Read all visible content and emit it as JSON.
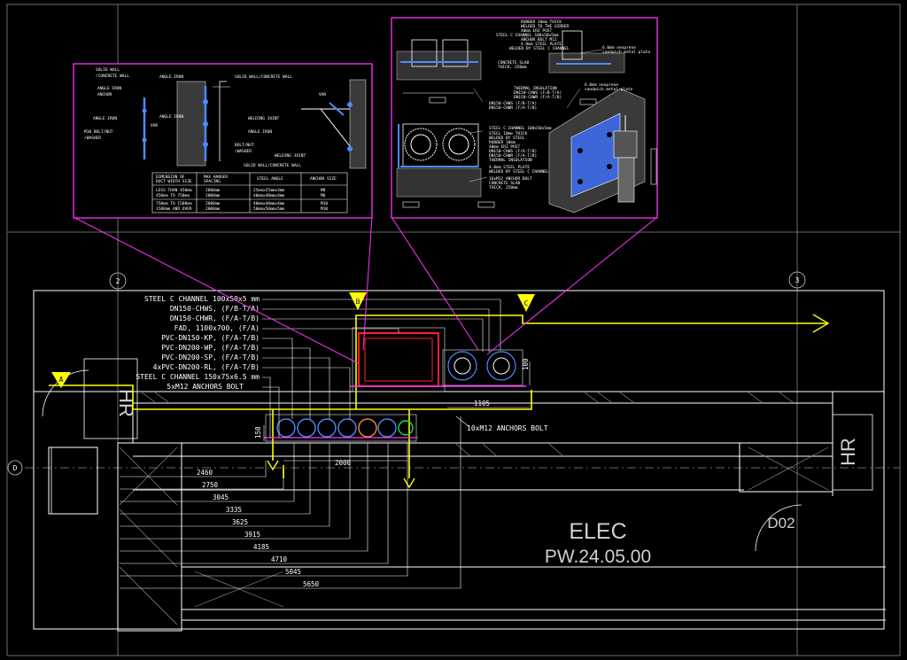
{
  "colors": {
    "background": "#000000",
    "line": "#ffffff",
    "grid": "#8a8a8a",
    "callout": "#ff33ff",
    "route": "#ffff00",
    "duct": "#ff2020",
    "pipe": "#4a8cff",
    "accent_green": "#22dd44",
    "accent_orange": "#ff8c1a"
  },
  "grid_markers": {
    "col_2": "2",
    "col_3": "3",
    "row_d": "D"
  },
  "section_markers": {
    "a": "A",
    "b": "B",
    "c": "C"
  },
  "room": {
    "name": "ELEC",
    "code": "PW.24.05.00",
    "door_tag": "D02",
    "hr_left": "HR",
    "hr_right": "HR"
  },
  "service_labels": [
    "STEEL C CHANNEL 100x50x5 mm",
    "DN150-CHWS, (F/B-T/A)",
    "DN150-CHWR, (F/A-T/B)",
    "FAD, 1100x700, (F/A)",
    "PVC-DN150-KP, (F/A-T/B)",
    "PVC-DN200-WP, (F/A-T/B)",
    "PVC-DN200-SP, (F/A-T/B)",
    "4xPVC-DN200-RL, (F/A-T/B)",
    "STEEL C CHANNEL 150x75x6.5 mm",
    "5xM12 ANCHORS BOLT"
  ],
  "anchor_label_right": "10xM12 ANCHORS BOLT",
  "dimensions": {
    "offsets": [
      "2460",
      "2750",
      "3045",
      "3335",
      "3625",
      "3915",
      "4185",
      "4710",
      "5045",
      "5650"
    ],
    "width_2000": "2000",
    "width_1105": "1105",
    "height_150": "150",
    "height_100": "100"
  },
  "detail_left": {
    "labels": {
      "solid_wall_left": "SOLID WALL\n/CONCRETE WALL",
      "angle_iron_anchor": "ANGLE IRON\nANCHOR",
      "angle_iron_left": "ANGLE IRON",
      "m10_bolt": "M10 BOLT/NUT\n/WASHER",
      "angle_iron_mid_top": "ANGLE IRON",
      "angle_iron_mid": "ANGLE IRON",
      "solid_wall_top": "SOLID WALL/CONCRETE WALL",
      "welding_joint_1": "WELDING JOINT",
      "angle_iron_right": "ANGLE IRON",
      "bolt_nut_washer": "BOLT/NUT\n/WASHER",
      "welding_joint_2": "WELDING JOINT",
      "solid_wall_bottom": "SOLID WALL/CONCRETE WALL",
      "var_1": "VAR",
      "var_2": "VAR"
    },
    "table": {
      "headers": [
        "DIMENSION OF\nDUCT WIDTH SIZE",
        "MAX HANGER\nSPACING",
        "STEEL ANGLE",
        "ANCHOR SIZE"
      ],
      "rows": [
        [
          "LESS THAN 450mm\n450mm TO 750mm",
          "2000mm\n2000mm",
          "25mmx25mmx3mm\n40mmx40mmx4mm",
          "M8\nM8"
        ],
        [
          "750mm TO 1500mm\n1500mm AND OVER",
          "2000mm\n2000mm",
          "40mmx40mmx4mm\n50mmx50mmx5mm",
          "M10\nM10"
        ]
      ]
    }
  },
  "detail_right": {
    "labels": {
      "notes_top": "RUBBER 10mm THICK\nWELDED TO THE GIRDER\n40mm ERZ POST\nSTEEL C CHANNEL 100x50x5mm\nANCHOR BOLT M12\n4.0mm STEEL PLATE\nWELDED BY STEEL C CHANNEL",
      "concrete_slab": "CONCRETE SLAB\nTHICK, 250mm",
      "thermal_insulation": "THERMAL INSULATION",
      "chws_chwr_top": "DN150-CHWS (F/B-T/A)\nDN150-CHWR (F/A-T/B)",
      "plate_top": "6.0mm neoprene\nsandwich metal plate",
      "plate_bottom": "6.0mm neoprene\nsandwich metal plate",
      "steel_c_channel": "STEEL C CHANNEL 100x50x5mm",
      "notes_mid": "STEEL 10mm THICK\nWELDED BY STEEL\nRUBBER 10mm\n40mm ERZ POST\nDN150-CHWS (F/A-T/B)\nDN150-CHWR (F/A-T/B)\nTHERMAL INSULATION",
      "notes_steel_plate": "4.0mm STEEL PLATE\nWELDED BY STEEL C CHANNEL",
      "anchor_bolt": "10xM12 ANCHOR BOLT\nCONCRETE SLAB\nTHICK, 250mm"
    }
  }
}
